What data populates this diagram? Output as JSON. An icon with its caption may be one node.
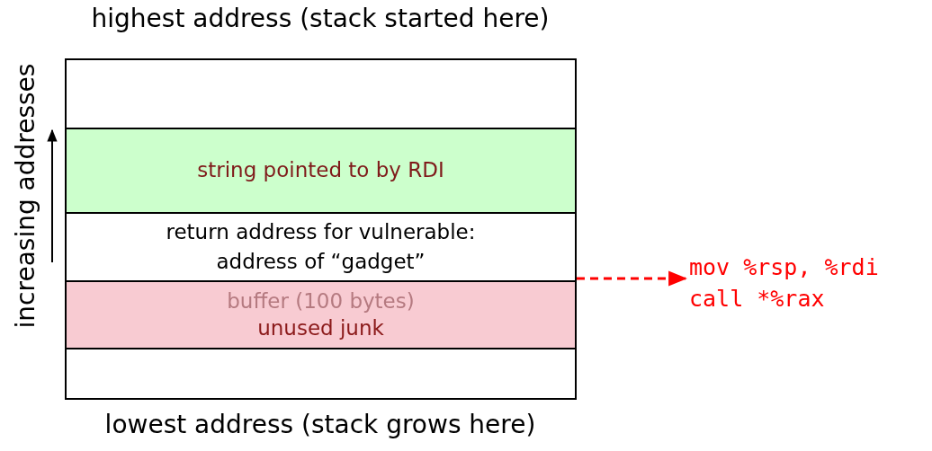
{
  "diagram": {
    "title": "highest address (stack started here)",
    "caption": "lowest address (stack grows here)",
    "nodes": [
      {
        "text": [],
        "shape": "box"
      },
      {
        "text": [
          "string pointed to by RDI"
        ]
      },
      {
        "text": [
          "return address for vulnerable: address of “gadget”"
        ]
      },
      {
        "text": [
          "buffer (100 bytes)",
          "unused junk"
        ]
      },
      {
        "text": [],
        "shape": "box"
      },
      {
        "text": [
          "mov %rsp, %rdi call *%rax"
        ]
      }
    ],
    "edges": [
      {
        "from": 2,
        "to": 5,
        "arrow": "to",
        "style": "dashed",
        "color": "#ff0000"
      }
    ],
    "labels": [
      "increasing addresses"
    ]
  }
}
